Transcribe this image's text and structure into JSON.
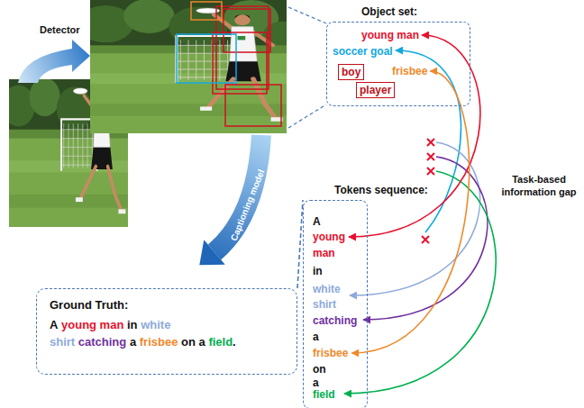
{
  "diagram": {
    "nodes": [
      {
        "text": [
          "Object set:"
        ]
      },
      {
        "text": [
          "young man"
        ],
        "in": 0
      },
      {
        "text": [
          "soccer goal"
        ],
        "in": 0
      },
      {
        "text": [
          "boy"
        ],
        "in": 0
      },
      {
        "text": [
          "frisbee"
        ],
        "in": 0
      },
      {
        "text": [
          "player"
        ],
        "in": 0
      },
      {
        "text": [
          "Ground Truth:",
          "A",
          "young man",
          "in",
          "white shirt",
          "catching",
          "a",
          "frisbee",
          "on a",
          "field",
          "."
        ]
      },
      {
        "text": [
          "Tokens sequence:"
        ]
      },
      {
        "text": [
          "A"
        ],
        "in": 7
      },
      {
        "text": [
          "young"
        ],
        "in": 7
      },
      {
        "text": [
          "man"
        ],
        "in": 7
      },
      {
        "text": [
          "in"
        ],
        "in": 7
      },
      {
        "text": [
          "white"
        ],
        "in": 7
      },
      {
        "text": [
          "shirt"
        ],
        "in": 7
      },
      {
        "text": [
          "catching"
        ],
        "in": 7
      },
      {
        "text": [
          "a"
        ],
        "in": 7
      },
      {
        "text": [
          "frisbee"
        ],
        "in": 7
      },
      {
        "text": [
          "on"
        ],
        "in": 7
      },
      {
        "text": [
          "a"
        ],
        "in": 7
      },
      {
        "text": [
          "field"
        ],
        "in": 7
      }
    ],
    "edges": [
      {
        "from": 1,
        "to": 9,
        "arrow": "both"
      },
      {
        "from": 4,
        "to": 16,
        "arrow": "both"
      },
      {
        "from": 6,
        "to": 7,
        "arrow": "none"
      }
    ],
    "labels": [
      "Detector",
      "Captioning model",
      "Task-based information gap"
    ]
  }
}
